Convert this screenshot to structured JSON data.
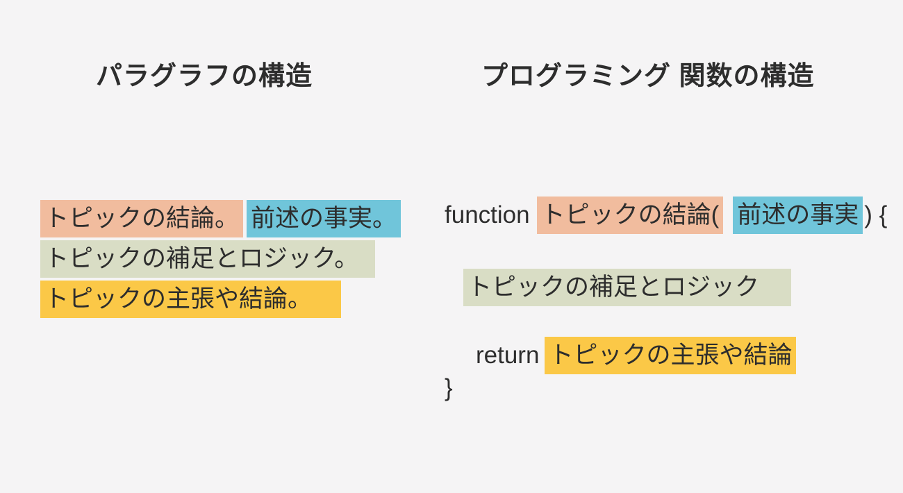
{
  "colors": {
    "background": "#f5f4f5",
    "text": "#2d2d2d",
    "salmon": "#f1bc9e",
    "blue": "#70c5da",
    "green": "#d9ddc5",
    "yellow": "#fbc847"
  },
  "left": {
    "title": "パラグラフの構造",
    "sentence_conclusion": "トピックの結論。",
    "sentence_fact": "前述の事実。",
    "sentence_support": "トピックの補足とロジック。",
    "sentence_assertion": "トピックの主張や結論。"
  },
  "right": {
    "title": "プログラミング 関数の構造",
    "keyword_function": "function",
    "function_name": "トピックの結論(",
    "parameter": "前述の事実",
    "signature_close": ") {",
    "body_line": "トピックの補足とロジック",
    "keyword_return": "return",
    "return_value": "トピックの主張や結論",
    "closing_brace": "}"
  }
}
